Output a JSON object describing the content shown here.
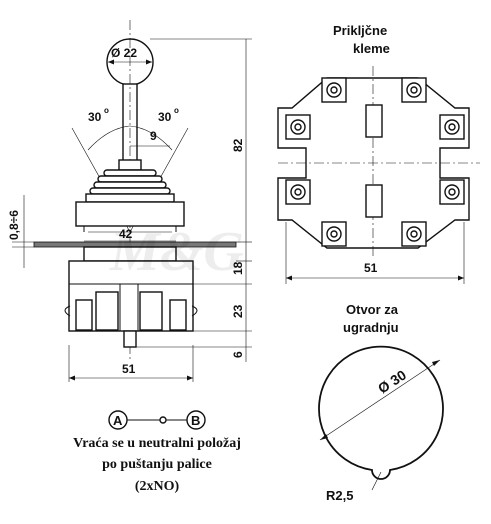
{
  "dimensions": {
    "knob_diameter": "Ø 22",
    "angle_left": "30",
    "angle_right": "30",
    "degree_symbol": "o",
    "shaft_offset": "9",
    "total_height": "82",
    "panel_thickness": "0,8÷6",
    "flange_width": "42",
    "body_upper": "18",
    "body_lower": "23",
    "pin_length": "6",
    "body_width": "51",
    "terminal_width": "51",
    "hole_diameter": "Ø 30",
    "hole_radius": "R2,5"
  },
  "labels": {
    "terminals_line1": "Prikljčne",
    "terminals_line2": "kleme",
    "opening_line1": "Otvor za",
    "opening_line2": "ugradnju",
    "contact_a": "A",
    "contact_b": "B",
    "note_line1": "Vraća se u neutralni položaj",
    "note_line2": "po puštanju palice",
    "note_line3": "(2xNO)"
  },
  "watermark": "M&G"
}
